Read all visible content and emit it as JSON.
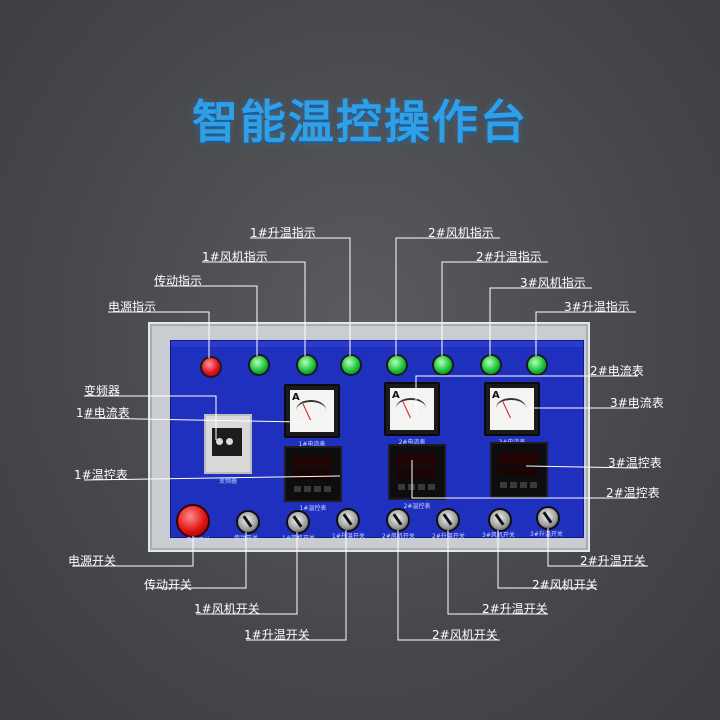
{
  "title": "智能温控操作台",
  "top_labels": {
    "heater1_indicator": "1#升温指示",
    "fan1_indicator": "1#风机指示",
    "drive_indicator": "传动指示",
    "power_indicator": "电源指示",
    "fan2_indicator": "2#风机指示",
    "heater2_indicator": "2#升温指示",
    "fan3_indicator": "3#风机指示",
    "heater3_indicator": "3#升温指示"
  },
  "side_labels": {
    "vfd": "变频器",
    "ammeter1": "1#电流表",
    "temp_ctrl1": "1#温控表",
    "ammeter2": "2#电流表",
    "ammeter3": "3#电流表",
    "temp_ctrl3": "3#温控表",
    "temp_ctrl2": "2#温控表"
  },
  "bottom_labels": {
    "power_switch": "电源开关",
    "drive_switch": "传动开关",
    "fan1_switch": "1#风机开关",
    "heater1_switch": "1#升温开关",
    "fan2_switch": "2#风机开关",
    "heater2_switch": "2#升温开关",
    "fan3_switch": "2#风机开关",
    "heater3_switch": "2#升温开关"
  },
  "panel_prints": {
    "meter1": "1#电流表",
    "meter2": "2#电流表",
    "meter3": "3#电流表",
    "ctrl1": "1#温控表",
    "ctrl2": "2#温控表",
    "vfd": "变频器",
    "sw_power": "电源开关",
    "sw_drive": "传动开关",
    "sw_fan1": "1#风机开关",
    "sw_heat1": "1#升温开关",
    "sw_fan2": "2#风机开关",
    "sw_heat2": "2#升温开关",
    "sw_fan3": "3#风机开关",
    "sw_heat3": "3#升温开关",
    "meter_letter": "A"
  },
  "colors": {
    "title": "#2fa0e8",
    "panel": "#1f2fbe",
    "led_red": "#e0101e",
    "led_green": "#19c23a"
  }
}
